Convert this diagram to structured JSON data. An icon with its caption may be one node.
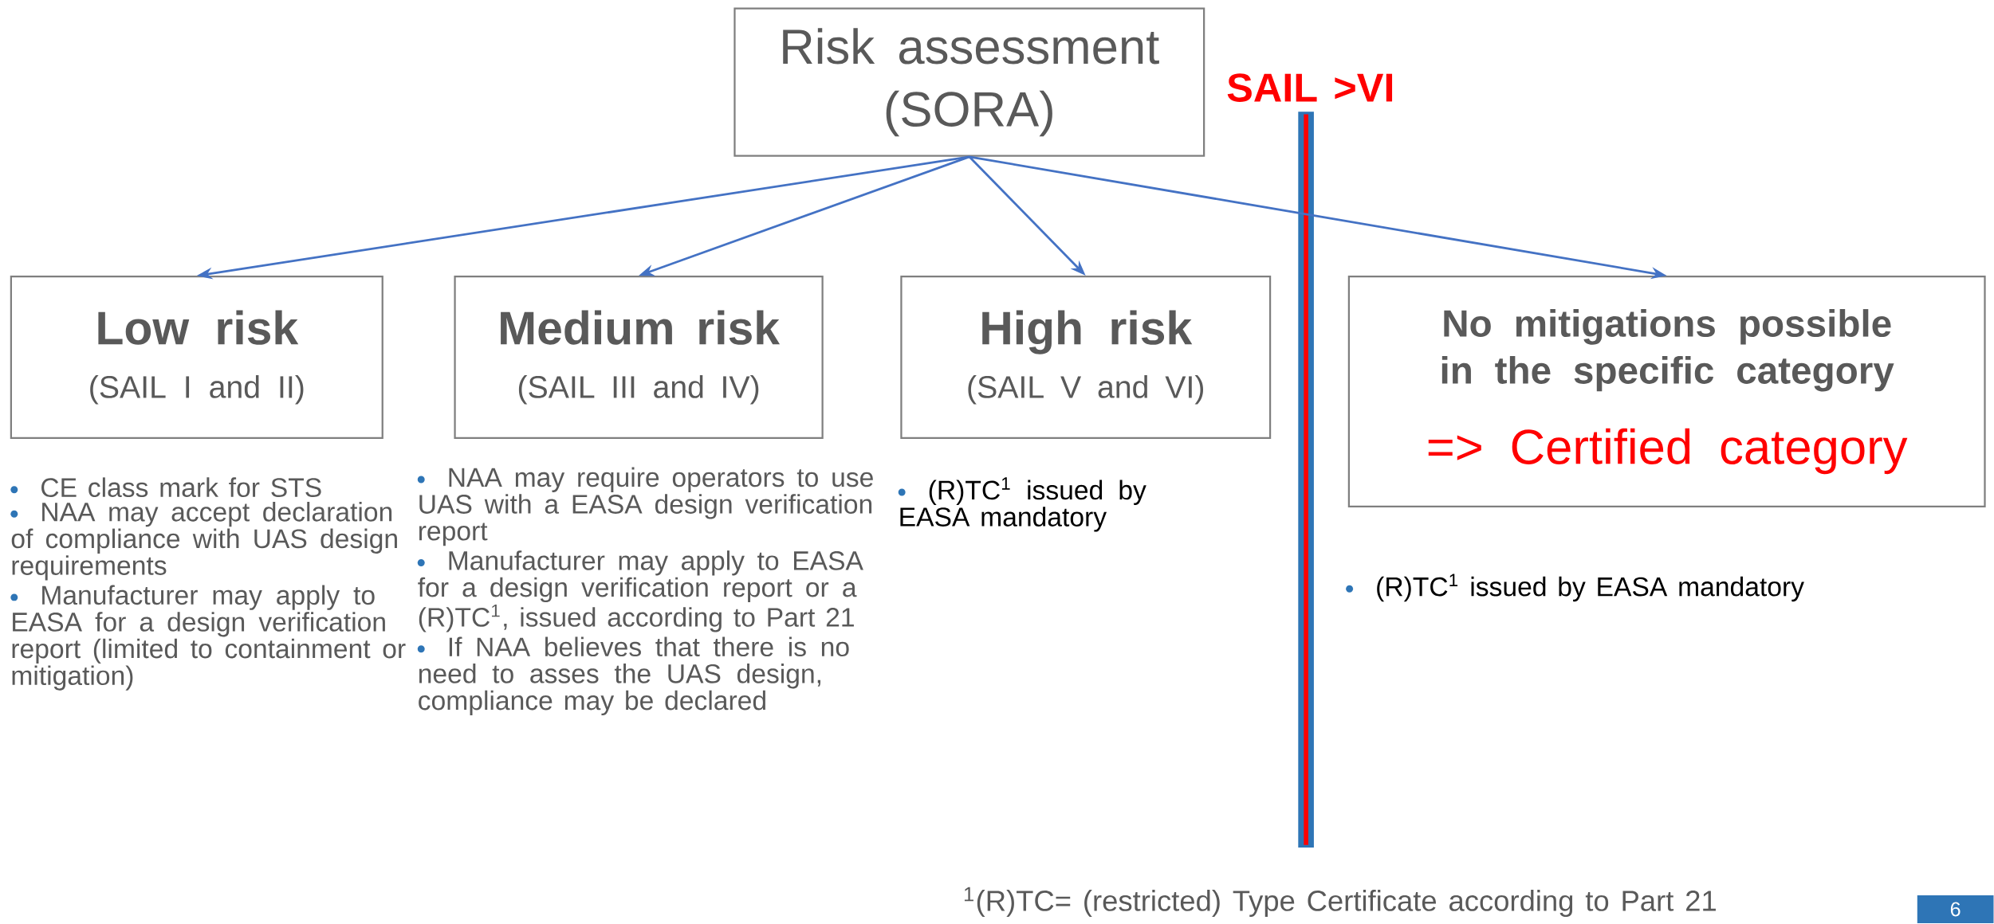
{
  "diagram": {
    "nodes": [
      {
        "text": [
          "Risk assessment (SORA)"
        ]
      },
      {
        "text": [
          "Low risk",
          "(SAIL I and II)"
        ],
        "beside": [
          "CE class mark for STS",
          "NAA may accept declaration of compliance with UAS design requirements",
          "Manufacturer may apply to EASA for a design verification report (limited to containment or mitigation)"
        ]
      },
      {
        "text": [
          "Medium risk",
          "(SAIL III and IV)"
        ],
        "beside": [
          "NAA may require operators to use UAS with a EASA design verification report",
          "Manufacturer may apply to EASA for a design verification report or a (R)TC$^{1}$, issued according to Part 21",
          "If NAA believes that there is no need to asses the UAS design, compliance may be declared"
        ]
      },
      {
        "text": [
          "High risk",
          "(SAIL V and VI)"
        ],
        "beside": [
          "(R)TC$^{1}$ issued by EASA mandatory"
        ]
      },
      {
        "text": [
          "No mitigations possible  in the specific category",
          "=> Certified category"
        ],
        "beside": [
          "(R)TC$^{1}$ issued by EASA mandatory"
        ]
      }
    ],
    "edges": [
      {
        "from": 0,
        "to": 1,
        "arrow": "to"
      },
      {
        "from": 0,
        "to": 2,
        "arrow": "to"
      },
      {
        "from": 0,
        "to": 3,
        "arrow": "to"
      },
      {
        "from": 0,
        "to": 4,
        "arrow": "to"
      }
    ],
    "labels": [
      "SAIL >VI",
      "$^{1}$(R)TC= (restricted) Type Certificate according to Part 21",
      "6"
    ]
  }
}
